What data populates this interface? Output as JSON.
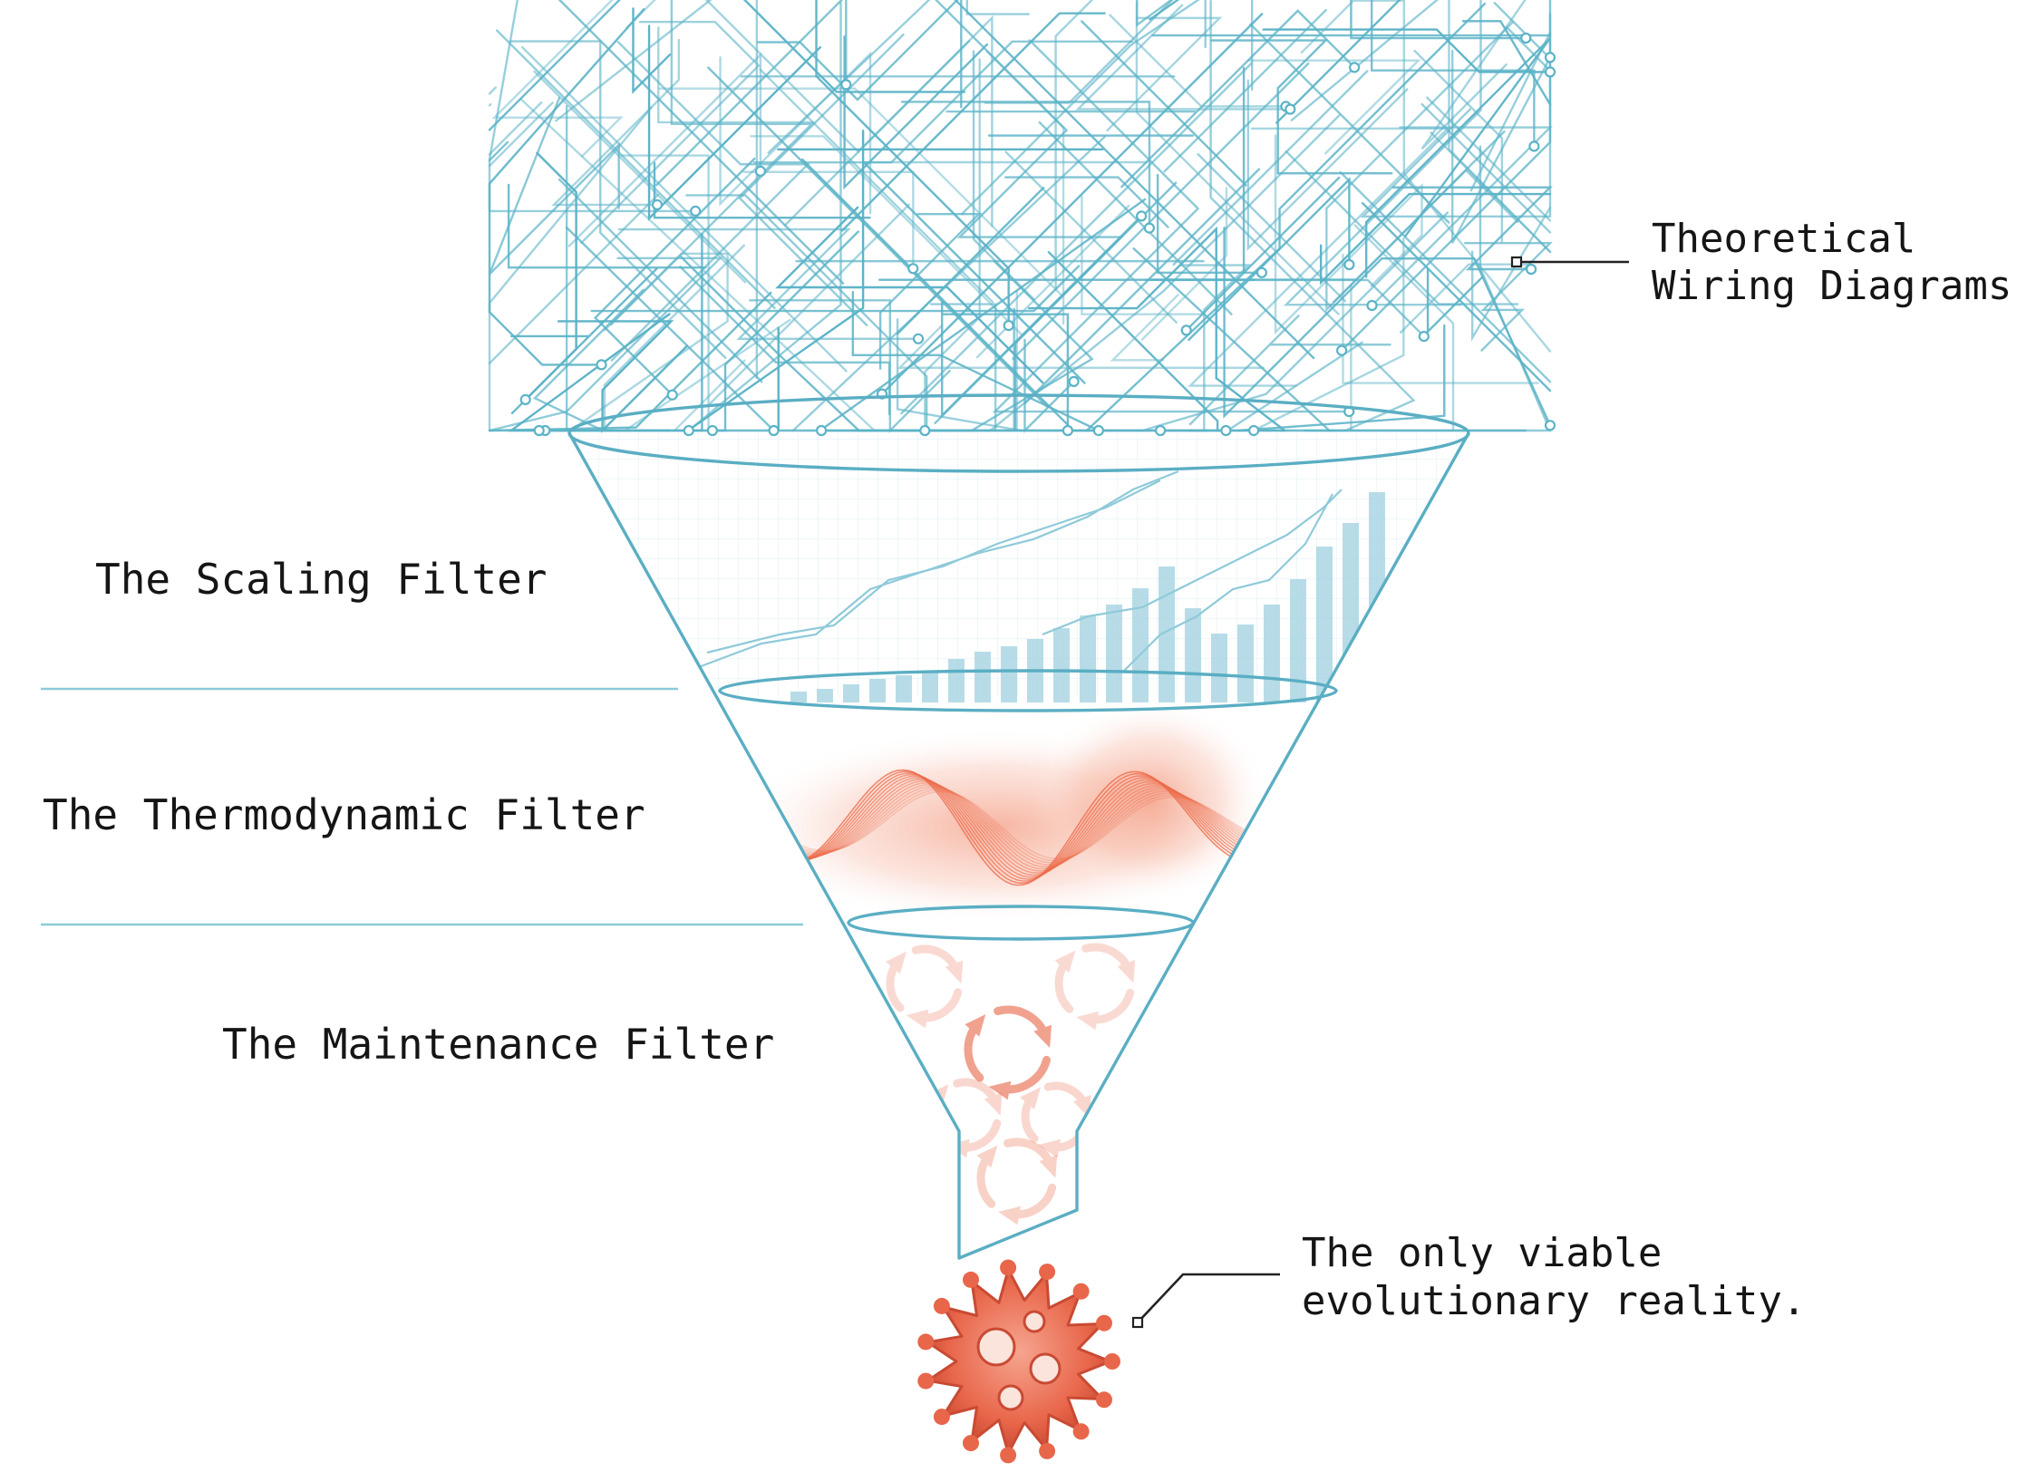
{
  "labels": {
    "top_callout_line1": "Theoretical",
    "top_callout_line2": "Wiring Diagrams",
    "filter_1": "The Scaling Filter",
    "filter_2": "The Thermodynamic Filter",
    "filter_3": "The Maintenance Filter",
    "bottom_callout_line1": "The only viable",
    "bottom_callout_line2": "evolutionary reality."
  },
  "colors": {
    "wiring": "#5bb3c7",
    "funnel_outline": "#5aaec3",
    "filter_divider": "#8ccad8",
    "heat_wave": "#ec6a48",
    "organism": "#e8664a",
    "text": "#151515"
  },
  "icons": {
    "wiring_tangle": "circuit-wiring-icon",
    "scaling_content": "bar-chart-growth-icon",
    "thermo_content": "heat-wave-icon",
    "maintenance_content": "recycle-arrows-icon",
    "output": "organism-icon"
  }
}
